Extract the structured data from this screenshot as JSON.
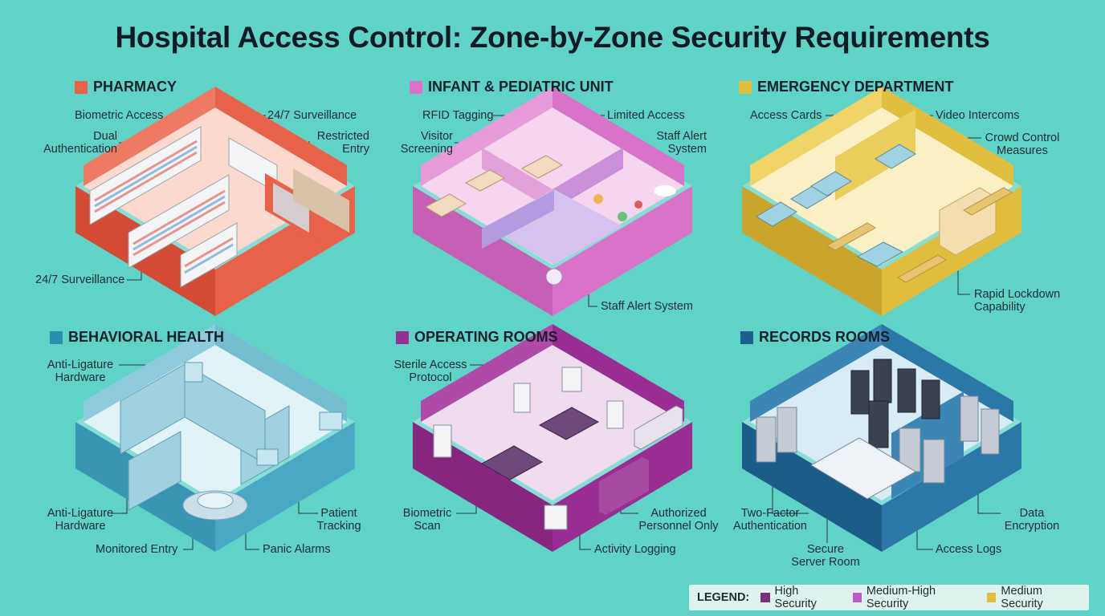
{
  "title": "Hospital Access Control: Zone-by-Zone Security Requirements",
  "zones": {
    "pharmacy": {
      "name": "PHARMACY",
      "color": "#e8614a",
      "labels": [
        "Biometric Access",
        "24/7 Surveillance",
        "Dual\nAuthentication",
        "Restricted\nEntry",
        "24/7 Surveillance"
      ]
    },
    "infant": {
      "name": "INFANT & PEDIATRIC UNIT",
      "color": "#d873c9",
      "labels": [
        "RFID Tagging",
        "Limited Access",
        "Visitor\nScreening",
        "Staff Alert\nSystem",
        "Staff Alert System"
      ]
    },
    "emergency": {
      "name": "EMERGENCY DEPARTMENT",
      "color": "#e2be3e",
      "labels": [
        "Access Cards",
        "Video Intercoms",
        "Crowd Control\nMeasures",
        "Rapid Lockdown\nCapability"
      ]
    },
    "behavioral": {
      "name": "BEHAVIORAL HEALTH",
      "color": "#2b8fb0",
      "labels": [
        "Anti-Ligature\nHardware",
        "Anti-Ligature\nHardware",
        "Patient\nTracking",
        "Monitored Entry",
        "Panic Alarms"
      ]
    },
    "operating": {
      "name": "OPERATING ROOMS",
      "color": "#9a2d93",
      "labels": [
        "Sterile Access\nProtocol",
        "Biometric\nScan",
        "Authorized\nPersonnel Only",
        "Activity Logging"
      ]
    },
    "records": {
      "name": "RECORDS ROOMS",
      "color": "#1d5f8e",
      "labels": [
        "Two-Factor\nAuthentication",
        "Data\nEncryption",
        "Secure\nServer Room",
        "Access Logs"
      ]
    }
  },
  "legend": {
    "title": "LEGEND:",
    "items": [
      {
        "label": "High Security",
        "color": "#7a2f7e"
      },
      {
        "label": "Medium-High Security",
        "color": "#c05ac8"
      },
      {
        "label": "Medium Security",
        "color": "#e2be3e"
      }
    ]
  }
}
